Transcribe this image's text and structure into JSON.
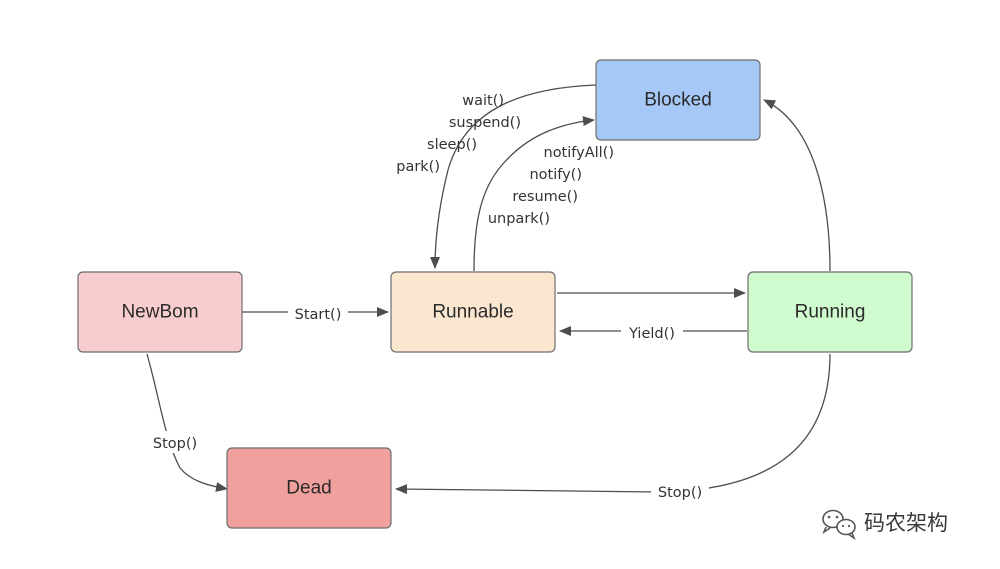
{
  "nodes": {
    "newborn": {
      "label": "NewBom",
      "color": "#f7cdd0"
    },
    "runnable": {
      "label": "Runnable",
      "color": "#fbe6cf"
    },
    "blocked": {
      "label": "Blocked",
      "color": "#a5c8f7"
    },
    "running": {
      "label": "Running",
      "color": "#cffbcf"
    },
    "dead": {
      "label": "Dead",
      "color": "#f1a19d"
    }
  },
  "edges": {
    "start": "Start()",
    "yield": "Yield()",
    "stop_newborn": "Stop()",
    "stop_running": "Stop()",
    "to_blocked": [
      "wait()",
      "suspend()",
      "sleep()",
      "park()"
    ],
    "from_blocked": [
      "notifyAll()",
      "notify()",
      "resume()",
      "unpark()"
    ]
  },
  "watermark": {
    "text": "码农架构",
    "icon": "wechat-icon"
  }
}
